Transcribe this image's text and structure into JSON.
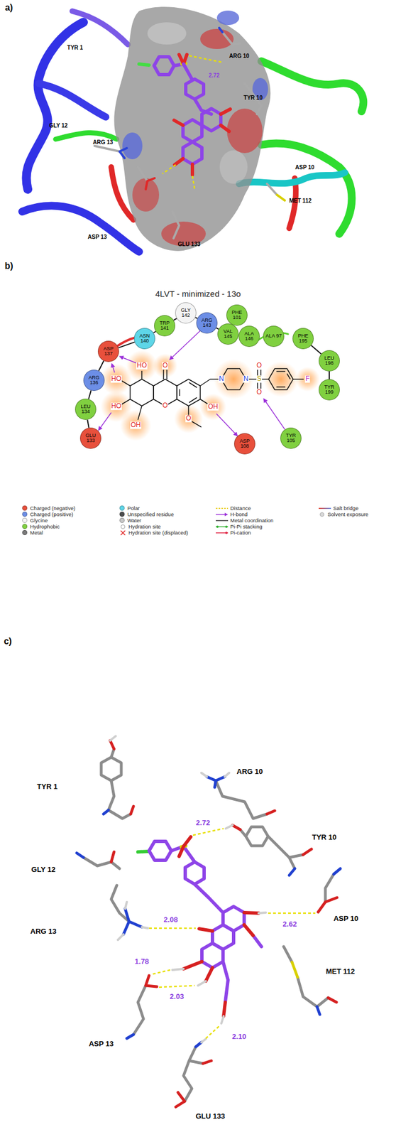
{
  "diagram": {
    "title": "4LVT - minimized - 13o",
    "nodes": [
      {
        "text": [
          "GLU 133"
        ]
      },
      {
        "text": [
          "LEU 134"
        ]
      },
      {
        "text": [
          "ARG 136"
        ]
      },
      {
        "text": [
          "ASP 137"
        ]
      },
      {
        "text": [
          "ASN 140"
        ]
      },
      {
        "text": [
          "TRP 141"
        ]
      },
      {
        "text": [
          "GLY 142"
        ]
      },
      {
        "text": [
          "ARG 143"
        ]
      },
      {
        "text": [
          "VAL 145"
        ]
      },
      {
        "text": [
          "ALA 146"
        ]
      },
      {
        "text": [
          "PHE 101"
        ]
      },
      {
        "text": [
          "ALA 97"
        ]
      },
      {
        "text": [
          "PHE 195"
        ]
      },
      {
        "text": [
          "LEU 198"
        ]
      },
      {
        "text": [
          "TYR 199"
        ]
      },
      {
        "text": [
          "TYR 105"
        ]
      },
      {
        "text": [
          "ASP 108"
        ]
      }
    ],
    "edges": [
      {
        "from": 0,
        "to": 1,
        "arrow": "none"
      },
      {
        "from": 1,
        "to": 2,
        "arrow": "none"
      },
      {
        "from": 2,
        "to": 3,
        "arrow": "none"
      },
      {
        "from": 3,
        "to": 4,
        "arrow": "none"
      },
      {
        "from": 4,
        "to": 5,
        "arrow": "none"
      },
      {
        "from": 5,
        "to": 6,
        "arrow": "none"
      },
      {
        "from": 6,
        "to": 7,
        "arrow": "none"
      },
      {
        "from": 7,
        "to": 8,
        "arrow": "none"
      },
      {
        "from": 8,
        "to": 9,
        "arrow": "none"
      },
      {
        "from": 12,
        "to": 13,
        "arrow": "none"
      },
      {
        "from": 13,
        "to": 14,
        "arrow": "none"
      }
    ],
    "labels": [
      "a)",
      "TYR 1",
      "ARG 10",
      "2.72",
      "TYR 10",
      "GLY 12",
      "ARG 13",
      "ASP 10",
      "MET 112",
      "ASP 13",
      "GLU 133",
      "b)",
      "HO",
      "HO",
      "HO",
      "OH",
      "O",
      "O",
      "OH",
      "O",
      "N",
      "N",
      "S",
      "O",
      "O",
      "F",
      "c)",
      "TYR 1",
      "ARG 10",
      "TYR 10",
      "GLY 12",
      "ARG 13",
      "ASP 10",
      "MET 112",
      "ASP 13",
      "GLU 133",
      "2.72",
      "2.62",
      "2.08",
      "1.78",
      "2.03",
      "2.10"
    ],
    "legend": [
      {
        "text": "Charged (negative)",
        "color": "#e8503c"
      },
      {
        "text": "Charged (positive)",
        "color": "#6c8ee6"
      },
      {
        "text": "Glycine",
        "color": "#f4f4f4"
      },
      {
        "text": "Hydrophobic",
        "color": "#80d040"
      },
      {
        "text": "Metal",
        "color": "#7a7a7a"
      },
      {
        "text": "Polar",
        "color": "#5ed6e8"
      },
      {
        "text": "Unspecified residue",
        "color": "#4d4d4d"
      },
      {
        "text": "Water",
        "color": "#c8c8c8"
      },
      {
        "text": "Hydration site"
      },
      {
        "text": "Hydration site (displaced)"
      },
      {
        "text": "Distance"
      },
      {
        "text": "H-bond"
      },
      {
        "text": "Metal coordination"
      },
      {
        "text": "Pi-Pi stacking"
      },
      {
        "text": "Pi-cation"
      },
      {
        "text": "Salt bridge"
      },
      {
        "text": "Solvent exposure"
      }
    ]
  }
}
